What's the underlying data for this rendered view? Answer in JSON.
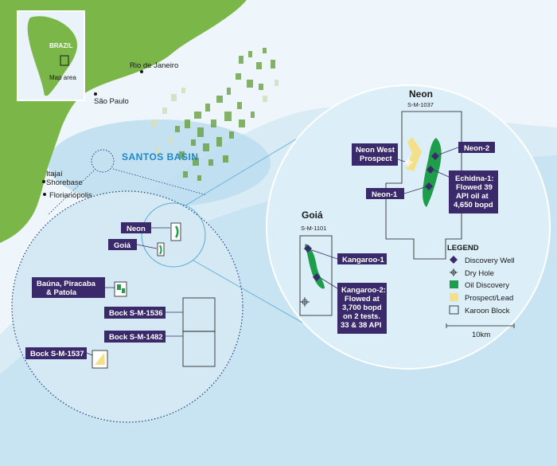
{
  "colors": {
    "ocean_deep": "#cfe6f3",
    "ocean_light": "#e6f2f9",
    "land": "#7ab648",
    "land_dark": "#5f9a36",
    "callout": "#3a2a6b",
    "oil": "#1e9e4a",
    "prospect": "#f5e08a",
    "basin_text": "#1e88c9"
  },
  "inset": {
    "country_label": "BRAZIL",
    "map_area_label": "Map area"
  },
  "places": {
    "rio": "Rio de Janeiro",
    "sao_paulo": "São Paulo",
    "itajai_line1": "Itajaí",
    "itajai_line2": "Shorebase",
    "florianopolis": "Florianópolis",
    "basin": "SANTOS BASIN"
  },
  "overview_blocks": {
    "neon": "Neon",
    "goia": "Goiá",
    "bauna_line1": "Baúna, Piracaba",
    "bauna_line2": "& Patola",
    "bock_1536": "Bock S-M-1536",
    "bock_1482": "Bock S-M-1482",
    "bock_1537": "Bock S-M-1537"
  },
  "detail": {
    "neon_title": "Neon",
    "neon_block": "S-M-1037",
    "goia_title": "Goiá",
    "goia_block": "S-M-1101",
    "neon_west_line1": "Neon West",
    "neon_west_line2": "Prospect",
    "neon2": "Neon-2",
    "neon1": "Neon-1",
    "echidna_lines": [
      "Echidna-1:",
      "Flowed 39",
      "API oil at",
      "4,650 bopd"
    ],
    "kangaroo1": "Kangaroo-1",
    "kangaroo2_lines": [
      "Kangaroo-2:",
      "Flowed at",
      "3,700 bopd",
      "on 2 tests.",
      "33 & 38 API"
    ]
  },
  "legend": {
    "title": "LEGEND",
    "items": [
      {
        "label": "Discovery Well",
        "icon": "discovery-well-icon"
      },
      {
        "label": "Dry Hole",
        "icon": "dry-hole-icon"
      },
      {
        "label": "Oil Discovery",
        "icon": "oil-discovery-icon"
      },
      {
        "label": "Prospect/Lead",
        "icon": "prospect-lead-icon"
      },
      {
        "label": "Karoon Block",
        "icon": "karoon-block-icon"
      }
    ],
    "scale_label": "10km"
  }
}
